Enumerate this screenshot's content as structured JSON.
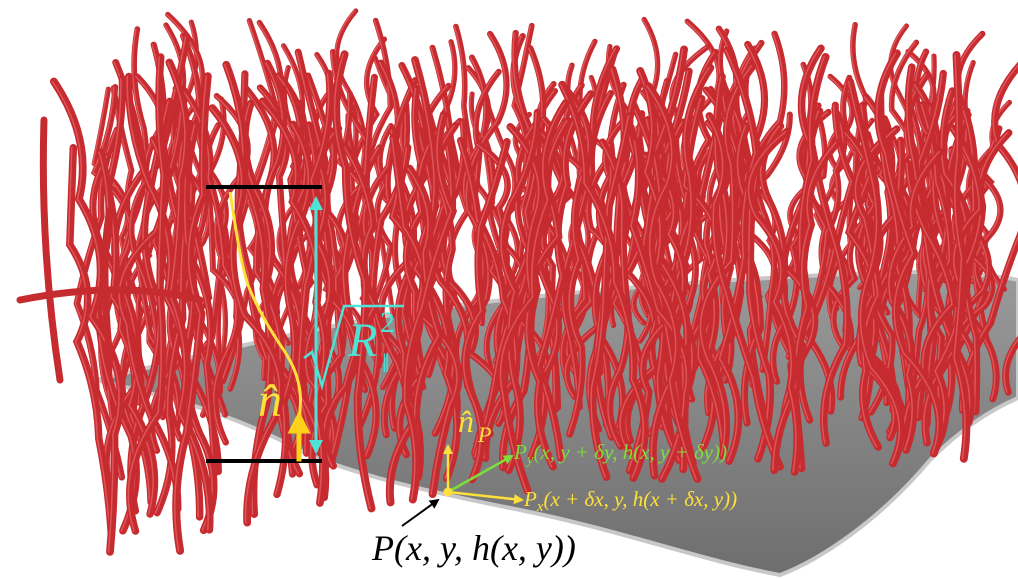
{
  "figure": {
    "colors": {
      "background": "#ffffff",
      "surface": "#8f8f8f",
      "surface_edge": "#c8c8c8",
      "fiber": "#c62b30",
      "fiber_highlight": "#e8686b",
      "annotation_yellow": "#ffe03a",
      "annotation_cyan": "#4fe3d8",
      "annotation_green": "#7de03a",
      "marker_black": "#000000"
    },
    "labels": {
      "normal_vector": "n̂",
      "height_radical_symbol": "R",
      "height_radical_superscript": "2",
      "height_radical_subscript": "‖",
      "local_normal_main": "n̂",
      "local_normal_subscript": "P",
      "point_Py_main": "P",
      "point_Py_sub": "y",
      "point_Py_args": "(x, y + δy, h(x, y + δy))",
      "point_Px_main": "P",
      "point_Px_sub": "x",
      "point_Px_args": "(x + δx, y, h(x + δx, y))",
      "point_P": "P(x, y, h(x, y))"
    },
    "icons": {
      "height_arrow": "double-headed-arrow-icon",
      "normal_arrow": "up-arrow-icon",
      "pointer_arrow": "pointer-arrow-icon"
    }
  }
}
